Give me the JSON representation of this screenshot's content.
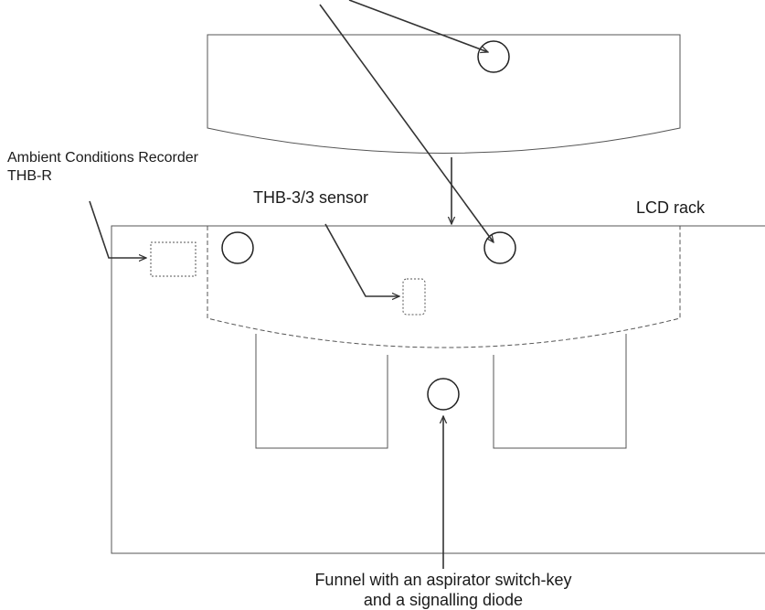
{
  "labels": {
    "recorder_line1": "Ambient Conditions Recorder",
    "recorder_line2": "THB-R",
    "sensor": "THB-3/3 sensor",
    "rack": "LCD rack",
    "funnel_line1": "Funnel with an aspirator switch-key",
    "funnel_line2": "and a signalling diode"
  }
}
